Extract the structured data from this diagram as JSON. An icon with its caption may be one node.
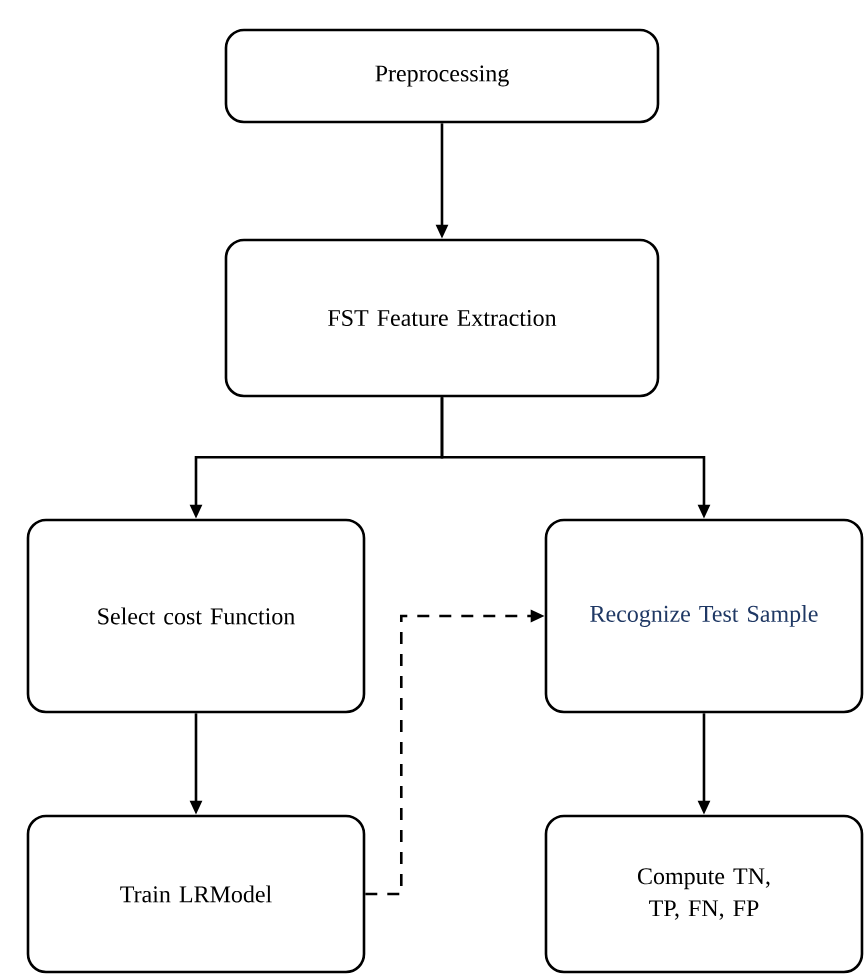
{
  "diagram": {
    "nodes": [
      {
        "text": [
          "Preprocessing"
        ]
      },
      {
        "text": [
          "FST Feature Extraction"
        ]
      },
      {
        "text": [
          "Select cost Function"
        ]
      },
      {
        "text": [
          "Recognize Test Sample"
        ]
      },
      {
        "text": [
          "Train LRModel"
        ]
      },
      {
        "text": [
          "Compute TN, TP, FN, FP"
        ]
      }
    ],
    "edges": [
      {
        "from": 0,
        "to": 1,
        "arrow": "to"
      },
      {
        "from": 1,
        "to": 2,
        "arrow": "to"
      },
      {
        "from": 1,
        "to": 3,
        "arrow": "to"
      },
      {
        "from": 2,
        "to": 4,
        "arrow": "to"
      },
      {
        "from": 4,
        "to": 3,
        "arrow": "to",
        "style": "dashed"
      },
      {
        "from": 3,
        "to": 5,
        "arrow": "to"
      }
    ]
  }
}
